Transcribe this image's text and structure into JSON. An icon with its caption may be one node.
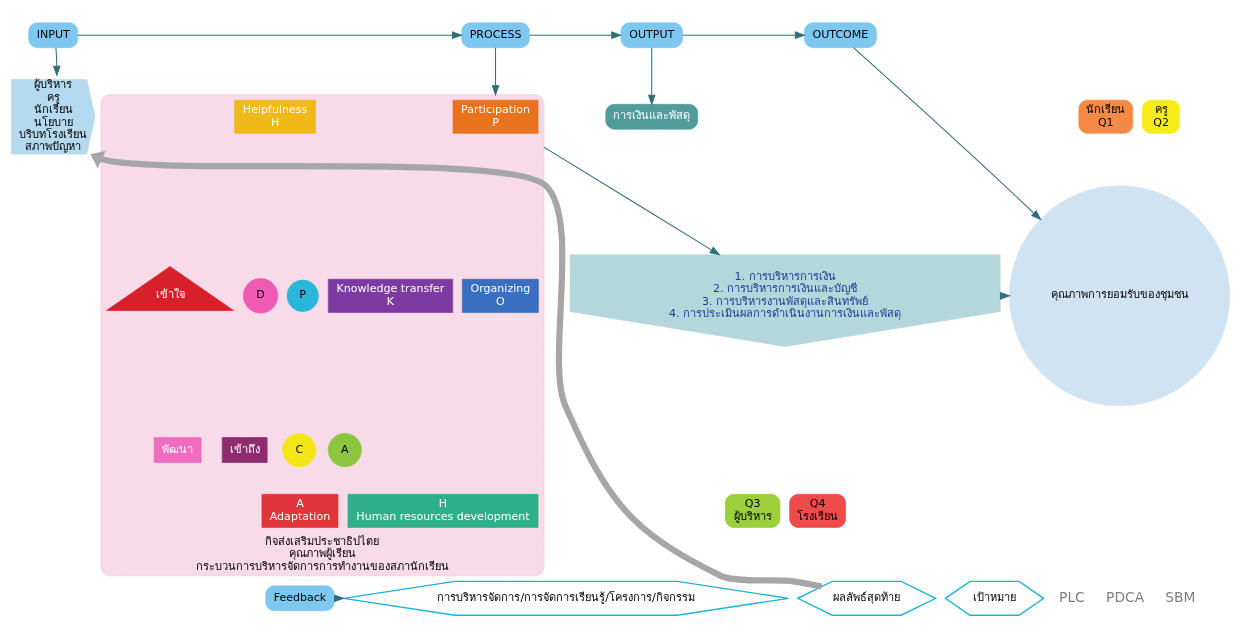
{
  "diagram": {
    "nodes": [
      {
        "text": [
          "INPUT"
        ]
      },
      {
        "text": [
          "PROCESS"
        ]
      },
      {
        "text": [
          "OUTPUT"
        ]
      },
      {
        "text": [
          "OUTCOME"
        ]
      },
      {
        "text": [
          "ผู้บริหาร",
          "ครู",
          "นักเรียน",
          "นโยบาย",
          "บริบทโรงเรียน",
          "สภาพปัญหา"
        ]
      },
      {
        "text": [
          "กิจส่งเสริมประชาธิปไตย",
          "คุณภาพผู้เรียน",
          "กระบวนการบริหารจัดการการทำงานของสภานักเรียน"
        ]
      },
      {
        "text": [
          "Participation",
          "P"
        ],
        "in": 5
      },
      {
        "text": [
          "Helpfulness",
          "H"
        ],
        "in": 5
      },
      {
        "text": [
          "Organizing",
          "O"
        ],
        "in": 5
      },
      {
        "text": [
          "H",
          "Human resources development"
        ],
        "in": 5
      },
      {
        "text": [
          "A",
          "Adaptation"
        ],
        "in": 5
      },
      {
        "text": [
          "Knowledge transfer",
          "K"
        ],
        "in": 5
      },
      {
        "text": [
          "P"
        ],
        "in": 5
      },
      {
        "text": [
          "D"
        ],
        "in": 5
      },
      {
        "text": [
          "C"
        ],
        "in": 5
      },
      {
        "text": [
          "A"
        ],
        "in": 5
      },
      {
        "text": [
          "เข้าใจ"
        ],
        "in": 5
      },
      {
        "text": [
          "เข้าถึง"
        ],
        "in": 5
      },
      {
        "text": [
          "พัฒนา"
        ],
        "in": 5
      },
      {
        "text": [
          "การเงินและพัสดุ"
        ]
      },
      {
        "text": [
          "1. การบริหารการเงิน",
          "2. การบริหารการเงินและบัญชี",
          "3. การบริหารงานพัสดุและสินทรัพย์",
          "4. การประเมินผลการดำเนินงานการเงินและพัสดุ"
        ]
      },
      {
        "text": [
          "นักเรียน",
          "Q1"
        ]
      },
      {
        "text": [
          "ครู",
          "Q2"
        ]
      },
      {
        "text": [
          "Q3",
          "ผู้บริหาร"
        ]
      },
      {
        "text": [
          "Q4",
          "โรงเรียน"
        ]
      },
      {
        "text": [
          "คุณภาพการยอมรับของชุมชน"
        ]
      },
      {
        "text": [
          "การบริหารจัดการ/การจัดการเรียนรู้/โครงการ/กิจกรรม"
        ]
      },
      {
        "text": [
          "เป้าหมาย"
        ]
      },
      {
        "text": [
          "ผลลัพธ์สุดท้าย"
        ]
      },
      {
        "text": [
          "Feedback"
        ]
      }
    ],
    "edges": [
      {
        "from": 0,
        "to": 1,
        "arrow": "to"
      },
      {
        "from": 1,
        "to": 2,
        "arrow": "to"
      },
      {
        "from": 2,
        "to": 3,
        "arrow": "to"
      },
      {
        "from": 0,
        "to": 4,
        "arrow": "to"
      },
      {
        "from": 1,
        "to": 5,
        "arrow": "to"
      },
      {
        "from": 2,
        "to": 19,
        "arrow": "to"
      },
      {
        "from": 3,
        "to": 25,
        "arrow": "to"
      },
      {
        "from": 5,
        "to": 20,
        "arrow": "to"
      },
      {
        "from": 20,
        "to": 25,
        "arrow": "to"
      },
      {
        "from": 29,
        "to": 26,
        "arrow": "to"
      },
      {
        "from": 28,
        "to": 4,
        "arrow": "to",
        "style": "thick",
        "color": "#a6a6a6"
      }
    ],
    "labels": [
      "PLC",
      "PDCA",
      "SBM"
    ]
  }
}
